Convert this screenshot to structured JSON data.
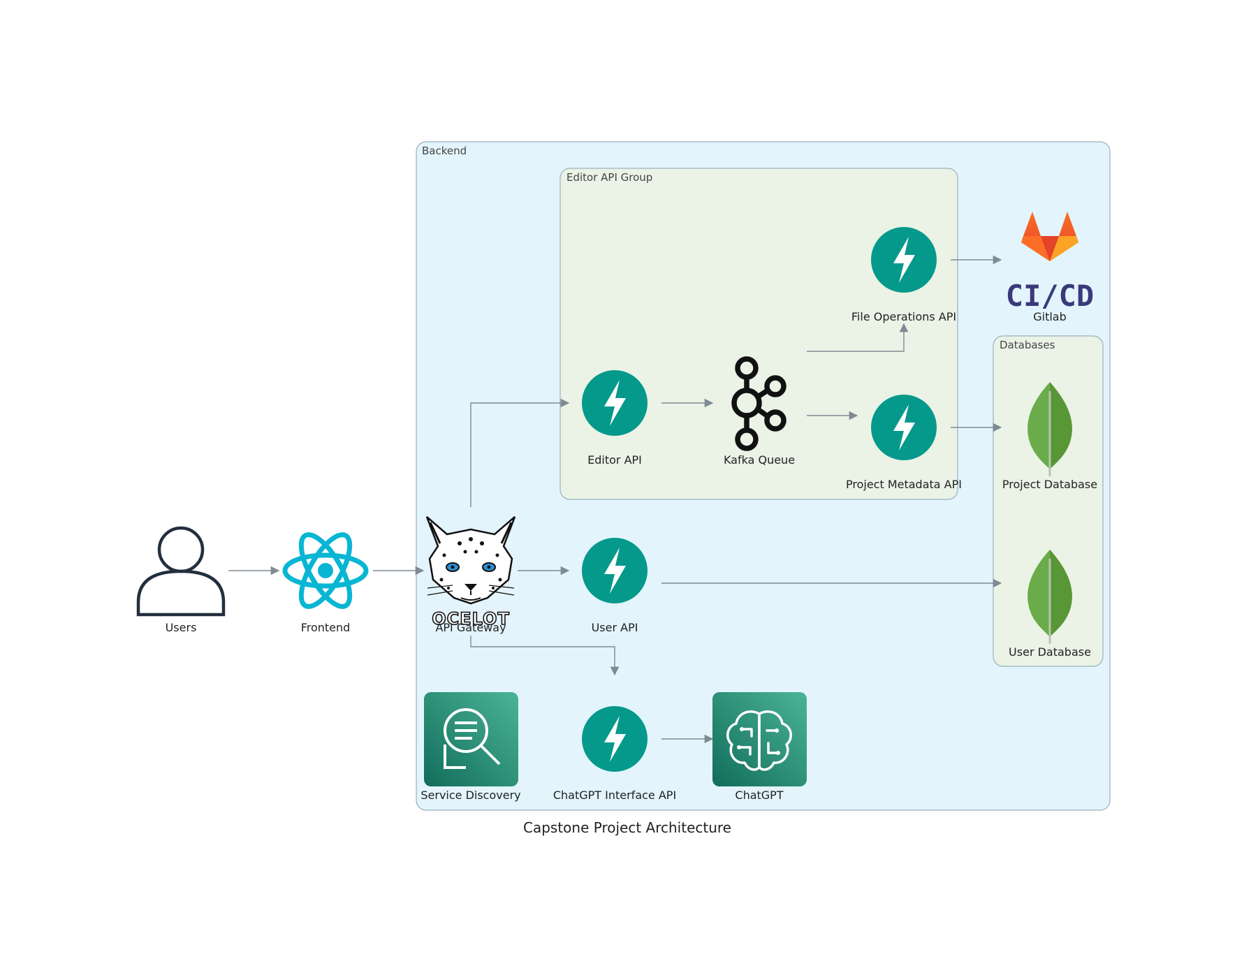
{
  "title": "Capstone Project Architecture",
  "colors": {
    "backend_fill": "#e3f4fc",
    "group_fill": "#eaf3e6",
    "group_border": "#9ab0bd",
    "fastapi": "#05998b",
    "react": "#08b6d4",
    "mongodb_light": "#6aac4a",
    "mongodb_dark": "#589636",
    "aws_teal": "#1e8a6f",
    "gitlab_orange": "#fc6d26",
    "cicd_text": "#3a3a7a",
    "edge": "#7f8a93"
  },
  "clusters": {
    "backend": "Backend",
    "editor_group": "Editor API Group",
    "databases": "Databases"
  },
  "nodes": {
    "users": {
      "label": "Users",
      "icon": "user-icon"
    },
    "frontend": {
      "label": "Frontend",
      "icon": "react-icon"
    },
    "gateway": {
      "label": "API Gateway",
      "icon": "ocelot-icon",
      "logo_text": "OCELOT"
    },
    "editor_api": {
      "label": "Editor API",
      "icon": "fastapi-icon"
    },
    "kafka": {
      "label": "Kafka Queue",
      "icon": "kafka-icon"
    },
    "file_ops": {
      "label": "File Operations API",
      "icon": "fastapi-icon"
    },
    "metadata": {
      "label": "Project Metadata API",
      "icon": "fastapi-icon"
    },
    "user_api": {
      "label": "User API",
      "icon": "fastapi-icon"
    },
    "chatgpt_api": {
      "label": "ChatGPT Interface API",
      "icon": "fastapi-icon"
    },
    "service_discovery": {
      "label": "Service Discovery",
      "icon": "service-discovery-icon"
    },
    "chatgpt": {
      "label": "ChatGPT",
      "icon": "brain-circuit-icon"
    },
    "gitlab": {
      "label": "Gitlab",
      "icon": "gitlab-cicd-icon",
      "logo_text": "CI/CD"
    },
    "project_db": {
      "label": "Project Database",
      "icon": "mongodb-icon"
    },
    "user_db": {
      "label": "User Database",
      "icon": "mongodb-icon"
    }
  },
  "edges": [
    {
      "from": "users",
      "to": "frontend"
    },
    {
      "from": "frontend",
      "to": "gateway"
    },
    {
      "from": "gateway",
      "to": "editor_api"
    },
    {
      "from": "gateway",
      "to": "user_api"
    },
    {
      "from": "gateway",
      "to": "chatgpt_api"
    },
    {
      "from": "editor_api",
      "to": "kafka"
    },
    {
      "from": "kafka",
      "to": "file_ops"
    },
    {
      "from": "kafka",
      "to": "metadata"
    },
    {
      "from": "file_ops",
      "to": "gitlab"
    },
    {
      "from": "metadata",
      "to": "project_db"
    },
    {
      "from": "user_api",
      "to": "user_db"
    },
    {
      "from": "chatgpt_api",
      "to": "chatgpt"
    }
  ]
}
